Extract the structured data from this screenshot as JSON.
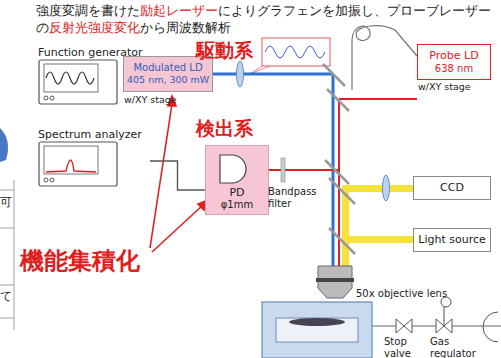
{
  "diagram": {
    "title": "強度変調を書けた励起レーザーによりグラフェンを加振し、プローブレーザーの反射光強度変化から周波数解析",
    "nodes": [
      {
        "text": [
          "Function generator"
        ]
      },
      {
        "text": [
          "Modulated LD",
          "405 nm, 300 mW"
        ]
      },
      {
        "text": [
          "Probe LD",
          "638 nm"
        ]
      },
      {
        "text": [
          "Spectrum analyzer"
        ]
      },
      {
        "text": [
          "PD",
          "φ1mm"
        ]
      },
      {
        "text": [
          "CCD"
        ]
      },
      {
        "text": [
          "Light source"
        ]
      }
    ],
    "edges": [
      {
        "from": 0,
        "to": 1,
        "arrow": "none"
      },
      {
        "from": 4,
        "to": 3,
        "arrow": "none"
      }
    ],
    "labels": [
      "可",
      "て",
      "駆動系",
      "w/XY stage",
      "w/XY stage",
      "検出系",
      "Bandpass filter",
      "50x objective lens",
      "機能集積化",
      "Stop valve",
      "Gas regulator"
    ]
  }
}
